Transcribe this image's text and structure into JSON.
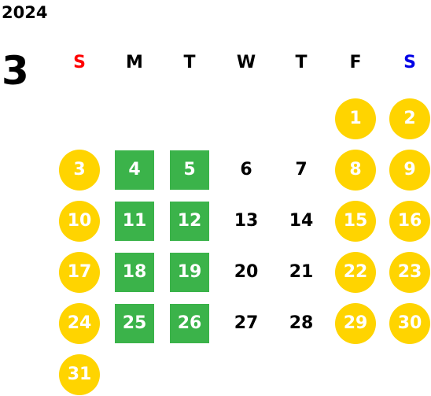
{
  "year": "2024",
  "month": "3",
  "colors": {
    "holiday_circle": "#FFD400",
    "highlight_square": "#3BB34A",
    "sunday_label": "#FF0000",
    "saturday_label": "#0000E6"
  },
  "weekdays": [
    "S",
    "M",
    "T",
    "W",
    "T",
    "F",
    "S"
  ],
  "days": [
    {
      "n": "1",
      "col": 5,
      "row": 0,
      "style": "circle"
    },
    {
      "n": "2",
      "col": 6,
      "row": 0,
      "style": "circle"
    },
    {
      "n": "3",
      "col": 0,
      "row": 1,
      "style": "circle"
    },
    {
      "n": "4",
      "col": 1,
      "row": 1,
      "style": "square"
    },
    {
      "n": "5",
      "col": 2,
      "row": 1,
      "style": "square"
    },
    {
      "n": "6",
      "col": 3,
      "row": 1,
      "style": "plain"
    },
    {
      "n": "7",
      "col": 4,
      "row": 1,
      "style": "plain"
    },
    {
      "n": "8",
      "col": 5,
      "row": 1,
      "style": "circle"
    },
    {
      "n": "9",
      "col": 6,
      "row": 1,
      "style": "circle"
    },
    {
      "n": "10",
      "col": 0,
      "row": 2,
      "style": "circle"
    },
    {
      "n": "11",
      "col": 1,
      "row": 2,
      "style": "square"
    },
    {
      "n": "12",
      "col": 2,
      "row": 2,
      "style": "square"
    },
    {
      "n": "13",
      "col": 3,
      "row": 2,
      "style": "plain"
    },
    {
      "n": "14",
      "col": 4,
      "row": 2,
      "style": "plain"
    },
    {
      "n": "15",
      "col": 5,
      "row": 2,
      "style": "circle"
    },
    {
      "n": "16",
      "col": 6,
      "row": 2,
      "style": "circle"
    },
    {
      "n": "17",
      "col": 0,
      "row": 3,
      "style": "circle"
    },
    {
      "n": "18",
      "col": 1,
      "row": 3,
      "style": "square"
    },
    {
      "n": "19",
      "col": 2,
      "row": 3,
      "style": "square"
    },
    {
      "n": "20",
      "col": 3,
      "row": 3,
      "style": "plain"
    },
    {
      "n": "21",
      "col": 4,
      "row": 3,
      "style": "plain"
    },
    {
      "n": "22",
      "col": 5,
      "row": 3,
      "style": "circle"
    },
    {
      "n": "23",
      "col": 6,
      "row": 3,
      "style": "circle"
    },
    {
      "n": "24",
      "col": 0,
      "row": 4,
      "style": "circle"
    },
    {
      "n": "25",
      "col": 1,
      "row": 4,
      "style": "square"
    },
    {
      "n": "26",
      "col": 2,
      "row": 4,
      "style": "square"
    },
    {
      "n": "27",
      "col": 3,
      "row": 4,
      "style": "plain"
    },
    {
      "n": "28",
      "col": 4,
      "row": 4,
      "style": "plain"
    },
    {
      "n": "29",
      "col": 5,
      "row": 4,
      "style": "circle"
    },
    {
      "n": "30",
      "col": 6,
      "row": 4,
      "style": "circle"
    },
    {
      "n": "31",
      "col": 0,
      "row": 5,
      "style": "circle"
    }
  ]
}
